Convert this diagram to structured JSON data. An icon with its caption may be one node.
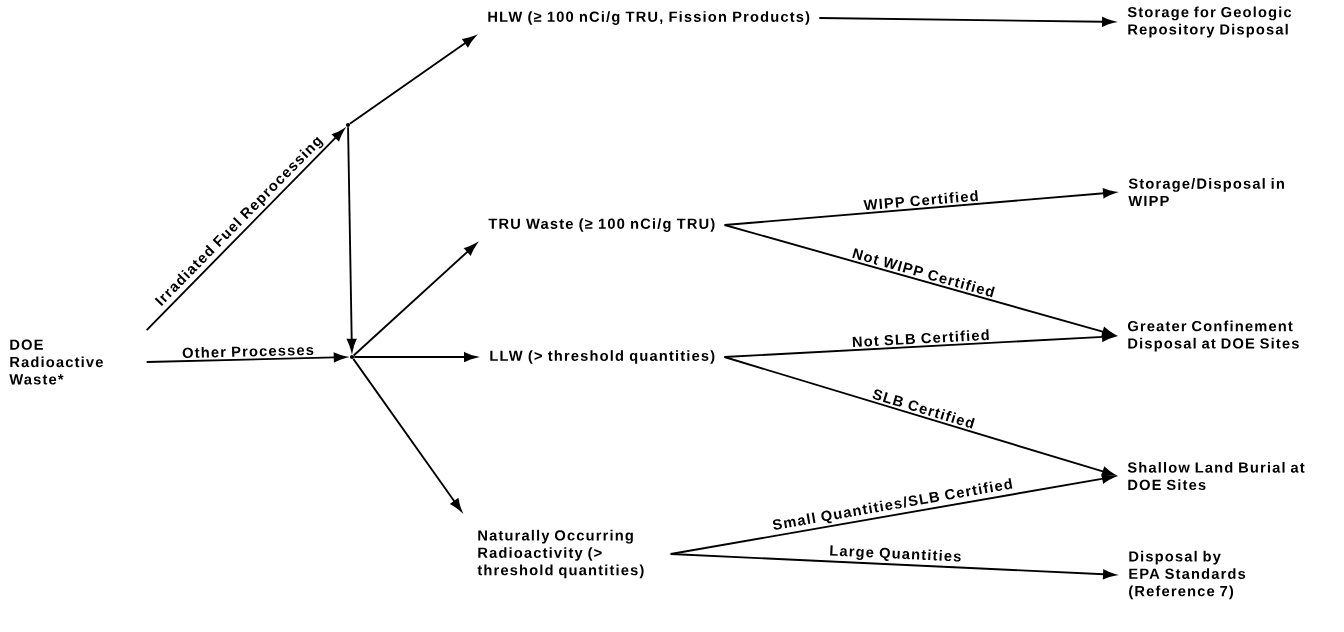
{
  "diagram": {
    "nodes": [
      {
        "text": [
          "DOE Radioactive Waste*"
        ]
      },
      {
        "text": [],
        "shape": "point"
      },
      {
        "text": [
          "HLW (≥ 100 nCi/g TRU, Fission Products)"
        ]
      },
      {
        "text": [
          "Storage for Geologic Repository Disposal"
        ]
      },
      {
        "text": [],
        "shape": "point"
      },
      {
        "text": [
          "TRU Waste (≥ 100 nCi/g TRU)"
        ]
      },
      {
        "text": [
          "Storage/Disposal in WIPP"
        ]
      },
      {
        "text": [
          "LLW (> threshold quantities)"
        ]
      },
      {
        "text": [
          "Greater Confinement Disposal at DOE Sites"
        ]
      },
      {
        "text": [
          "Shallow Land Burial at DOE Sites"
        ]
      },
      {
        "text": [
          "Naturally Occurring Radioactivity (> threshold quantities)"
        ]
      },
      {
        "text": [
          "Disposal by EPA Standards (Reference 7)"
        ]
      }
    ],
    "edges": [
      {
        "from": 0,
        "to": 1,
        "arrow": "to",
        "label": "Irradiated Fuel Reprocessing"
      },
      {
        "from": 1,
        "to": 2,
        "arrow": "to"
      },
      {
        "from": 1,
        "to": 4,
        "arrow": "to"
      },
      {
        "from": 0,
        "to": 4,
        "arrow": "to",
        "label": "Other Processes"
      },
      {
        "from": 2,
        "to": 3,
        "arrow": "to"
      },
      {
        "from": 4,
        "to": 5,
        "arrow": "to"
      },
      {
        "from": 4,
        "to": 7,
        "arrow": "to"
      },
      {
        "from": 4,
        "to": 10,
        "arrow": "to"
      },
      {
        "from": 5,
        "to": 6,
        "arrow": "to",
        "label": "WIPP Certified"
      },
      {
        "from": 5,
        "to": 8,
        "arrow": "to",
        "label": "Not WIPP Certified"
      },
      {
        "from": 7,
        "to": 8,
        "arrow": "to",
        "label": "Not SLB Certified"
      },
      {
        "from": 7,
        "to": 9,
        "arrow": "to",
        "label": "SLB Certified"
      },
      {
        "from": 10,
        "to": 9,
        "arrow": "to",
        "label": "Small Quantities/SLB Certified"
      },
      {
        "from": 10,
        "to": 11,
        "arrow": "to",
        "label": "Large Quantities"
      }
    ]
  }
}
